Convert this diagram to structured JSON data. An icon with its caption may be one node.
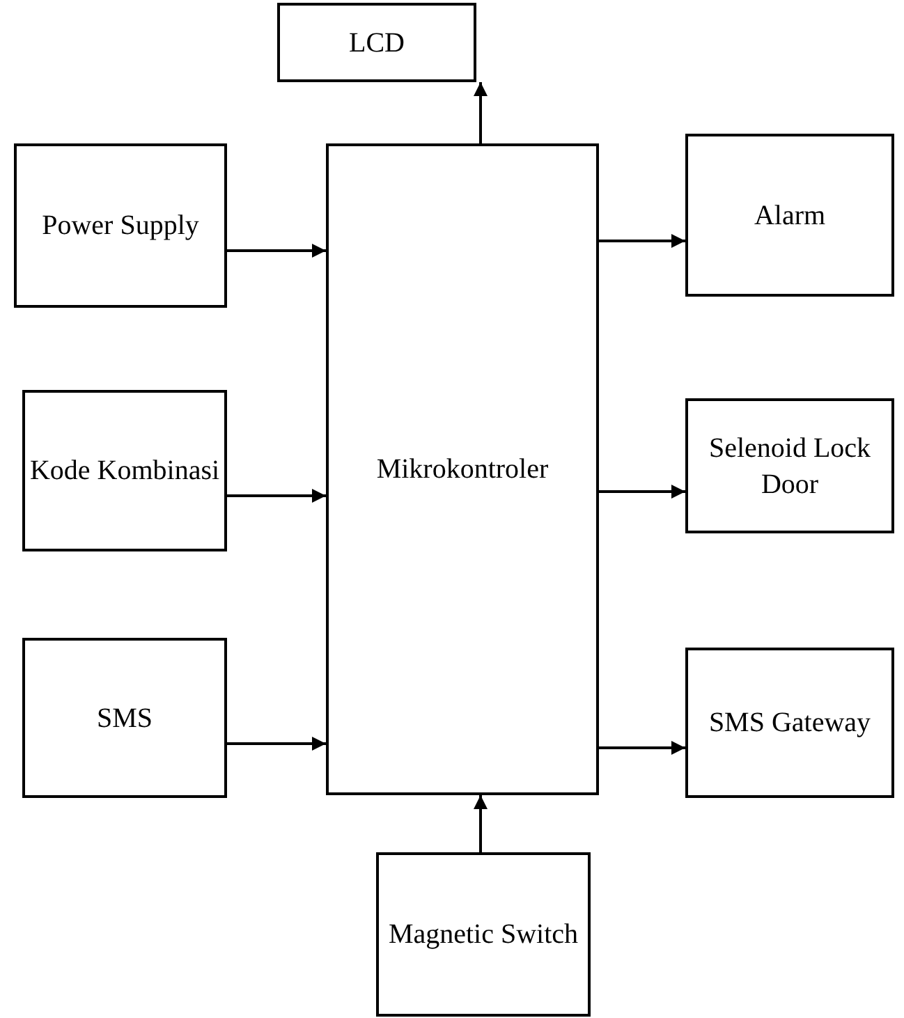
{
  "diagram": {
    "nodes": [
      {
        "text": [
          "LCD"
        ]
      },
      {
        "text": [
          "Power Supply"
        ]
      },
      {
        "text": [
          "Mikrokontroler"
        ]
      },
      {
        "text": [
          "Alarm"
        ]
      },
      {
        "text": [
          "Kode Kombinasi"
        ]
      },
      {
        "text": [
          "Selenoid Lock Door"
        ]
      },
      {
        "text": [
          "SMS"
        ]
      },
      {
        "text": [
          "SMS Gateway"
        ]
      },
      {
        "text": [
          "Magnetic Switch"
        ]
      }
    ],
    "edges": [
      {
        "from": 2,
        "to": 0,
        "arrow": "to"
      },
      {
        "from": 1,
        "to": 2,
        "arrow": "to"
      },
      {
        "from": 2,
        "to": 3,
        "arrow": "to"
      },
      {
        "from": 4,
        "to": 2,
        "arrow": "to"
      },
      {
        "from": 2,
        "to": 5,
        "arrow": "to"
      },
      {
        "from": 6,
        "to": 2,
        "arrow": "to"
      },
      {
        "from": 2,
        "to": 7,
        "arrow": "to"
      },
      {
        "from": 8,
        "to": 2,
        "arrow": "to"
      }
    ]
  }
}
